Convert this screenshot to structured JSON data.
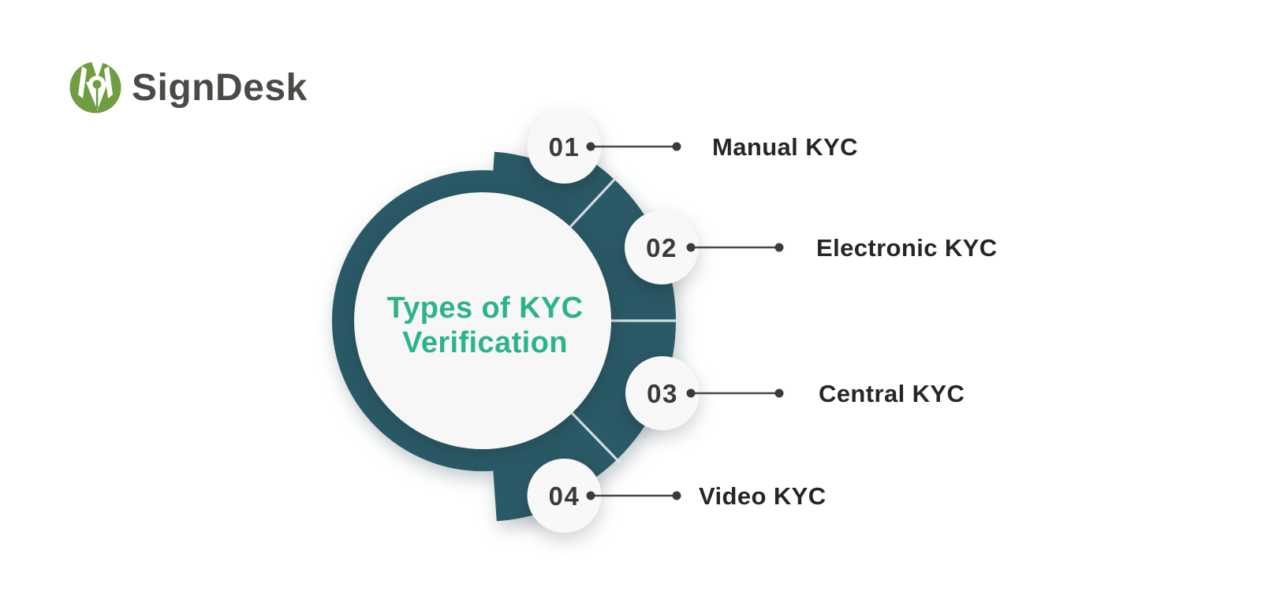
{
  "logo": {
    "text": "SignDesk",
    "icon": "signdesk-pen-nib-in-green-circle"
  },
  "diagram": {
    "title_line1": "Types of KYC",
    "title_line2": "Verification",
    "items": [
      {
        "number": "01",
        "label": "Manual KYC"
      },
      {
        "number": "02",
        "label": "Electronic KYC"
      },
      {
        "number": "03",
        "label": "Central KYC"
      },
      {
        "number": "04",
        "label": "Video KYC"
      }
    ]
  },
  "colors": {
    "ring_teal": "#2a5a67",
    "title_green": "#2cb38c",
    "logo_green": "#6f9d3f",
    "logo_text_gray": "#4a4a47",
    "label_dark": "#262626",
    "number_dark": "#3a3a3a",
    "node_fill": "#f8f8f8",
    "inner_circle_fill": "#f7f7f7",
    "connector": "#474747",
    "background": "#ffffff"
  }
}
